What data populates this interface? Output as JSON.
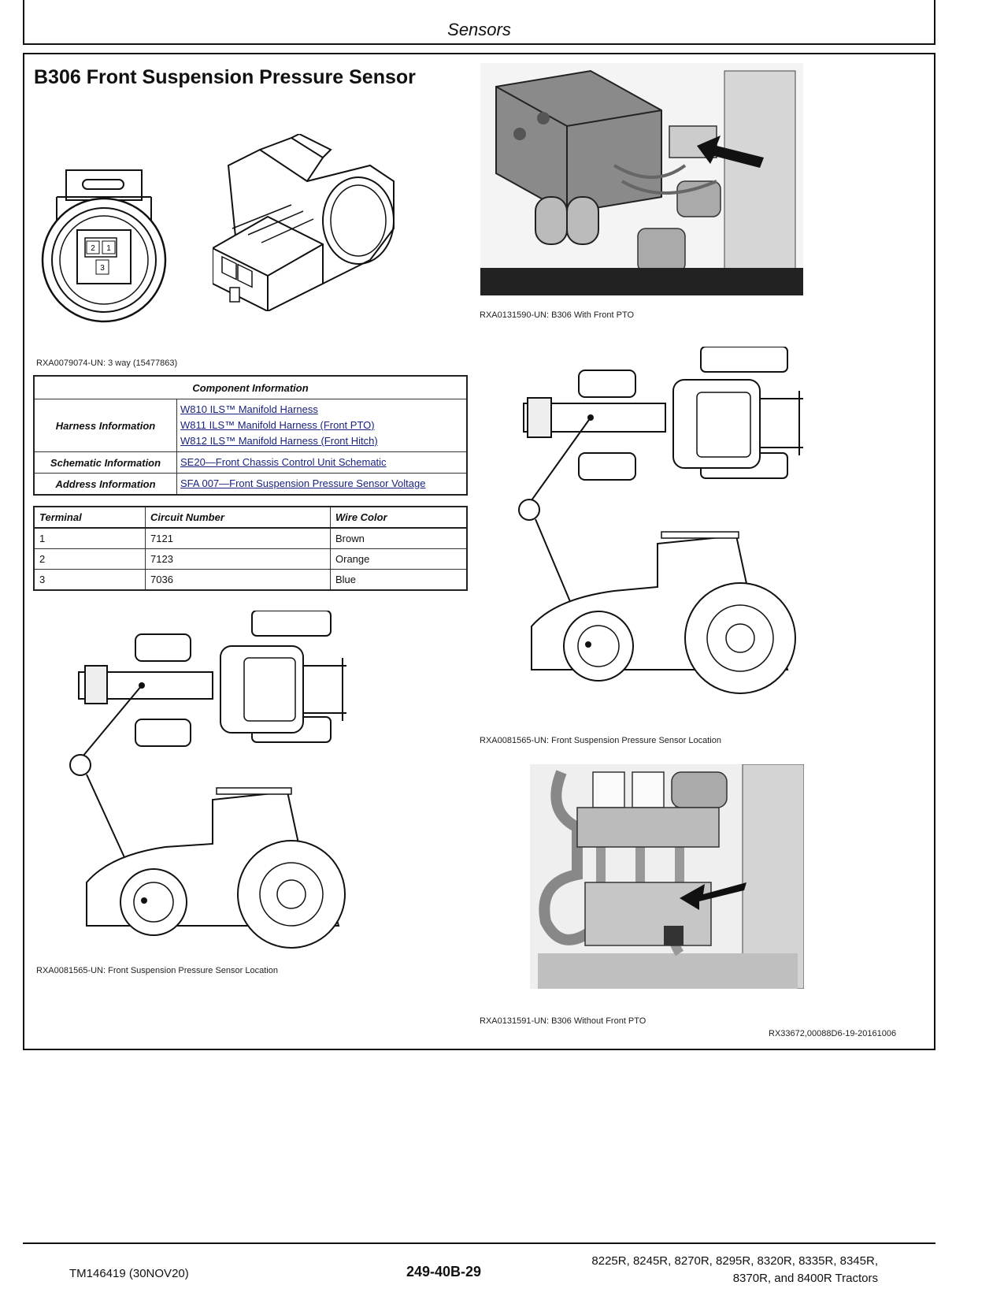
{
  "header": {
    "title": "Sensors"
  },
  "section": {
    "title": "B306 Front Suspension Pressure Sensor"
  },
  "connector": {
    "pins": [
      "2",
      "1",
      "3"
    ],
    "caption": "RXA0079074-UN: 3 way (15477863)"
  },
  "component_info": {
    "heading": "Component Information",
    "rows": [
      {
        "label": "Harness Information",
        "links": [
          "W810 ILS™ Manifold Harness",
          "W811 ILS™ Manifold Harness (Front PTO)",
          "W812 ILS™ Manifold Harness (Front Hitch)"
        ]
      },
      {
        "label": "Schematic Information",
        "links": [
          "SE20—Front Chassis Control Unit Schematic"
        ]
      },
      {
        "label": "Address Information",
        "links": [
          "SFA 007—Front Suspension Pressure Sensor Voltage"
        ]
      }
    ]
  },
  "terminals": {
    "headers": [
      "Terminal",
      "Circuit Number",
      "Wire Color"
    ],
    "rows": [
      [
        "1",
        "7121",
        "Brown"
      ],
      [
        "2",
        "7123",
        "Orange"
      ],
      [
        "3",
        "7036",
        "Blue"
      ]
    ]
  },
  "captions": {
    "left_location": "RXA0081565-UN: Front Suspension Pressure Sensor Location",
    "with_pto": "RXA0131590-UN: B306 With Front PTO",
    "right_location": "RXA0081565-UN: Front Suspension Pressure Sensor Location",
    "without_pto": "RXA0131591-UN: B306 Without Front PTO",
    "doc_ref": "RX33672,00088D6-19-20161006"
  },
  "footer": {
    "manual": "TM146419 (30NOV20)",
    "page": "249-40B-29",
    "models_line1": "8225R, 8245R, 8270R, 8295R, 8320R, 8335R, 8345R,",
    "models_line2": "8370R, and 8400R Tractors"
  }
}
